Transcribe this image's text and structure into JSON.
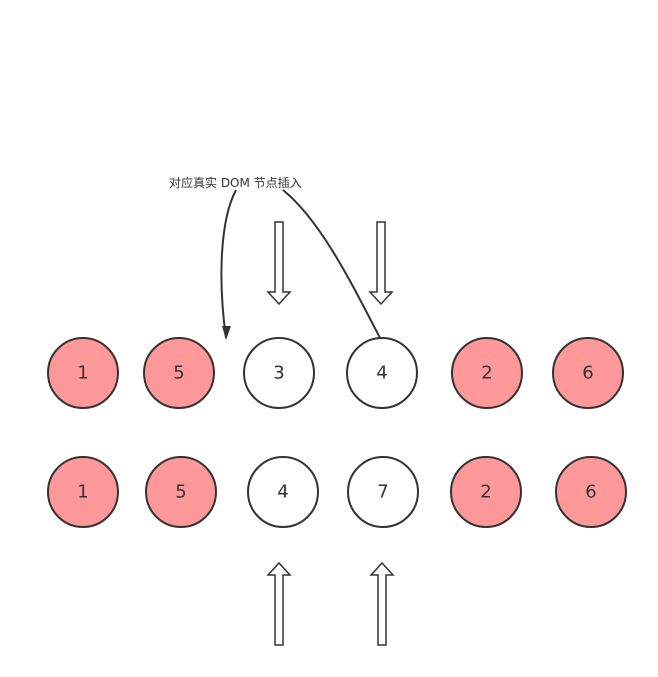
{
  "annotation": "对应真实 DOM 节点插入",
  "colors": {
    "highlight": "#ff9999",
    "plain": "#ffffff",
    "stroke": "#333333"
  },
  "rows": [
    {
      "nodes": [
        {
          "label": "1",
          "highlight": true
        },
        {
          "label": "5",
          "highlight": true
        },
        {
          "label": "3",
          "highlight": false
        },
        {
          "label": "4",
          "highlight": false
        },
        {
          "label": "2",
          "highlight": true
        },
        {
          "label": "6",
          "highlight": true
        }
      ]
    },
    {
      "nodes": [
        {
          "label": "1",
          "highlight": true
        },
        {
          "label": "5",
          "highlight": true
        },
        {
          "label": "4",
          "highlight": false
        },
        {
          "label": "7",
          "highlight": false
        },
        {
          "label": "2",
          "highlight": true
        },
        {
          "label": "6",
          "highlight": true
        }
      ]
    }
  ]
}
